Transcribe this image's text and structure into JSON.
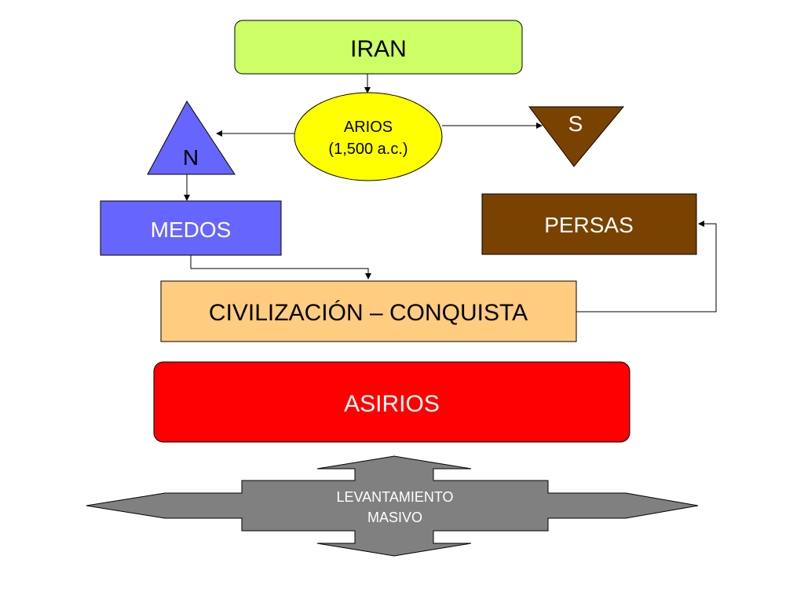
{
  "nodes": {
    "iran": {
      "label": "IRAN",
      "color": "#ccff66"
    },
    "arios": {
      "line1": "ARIOS",
      "line2": "(1,500 a.c.)",
      "color": "#ffff00"
    },
    "norte": {
      "label": "N",
      "color": "#6666ff"
    },
    "sur": {
      "label": "S",
      "color": "#7a4200"
    },
    "medos": {
      "label": "MEDOS",
      "color": "#6666ff"
    },
    "persas": {
      "label": "PERSAS",
      "color": "#7a4200"
    },
    "civilizacion": {
      "label": "CIVILIZACIÓN – CONQUISTA",
      "color": "#ffcc80"
    },
    "asirios": {
      "label": "ASIRIOS",
      "color": "#ff0000"
    },
    "levantamiento": {
      "line1": "LEVANTAMIENTO",
      "line2": "MASIVO",
      "color": "#808080"
    }
  }
}
